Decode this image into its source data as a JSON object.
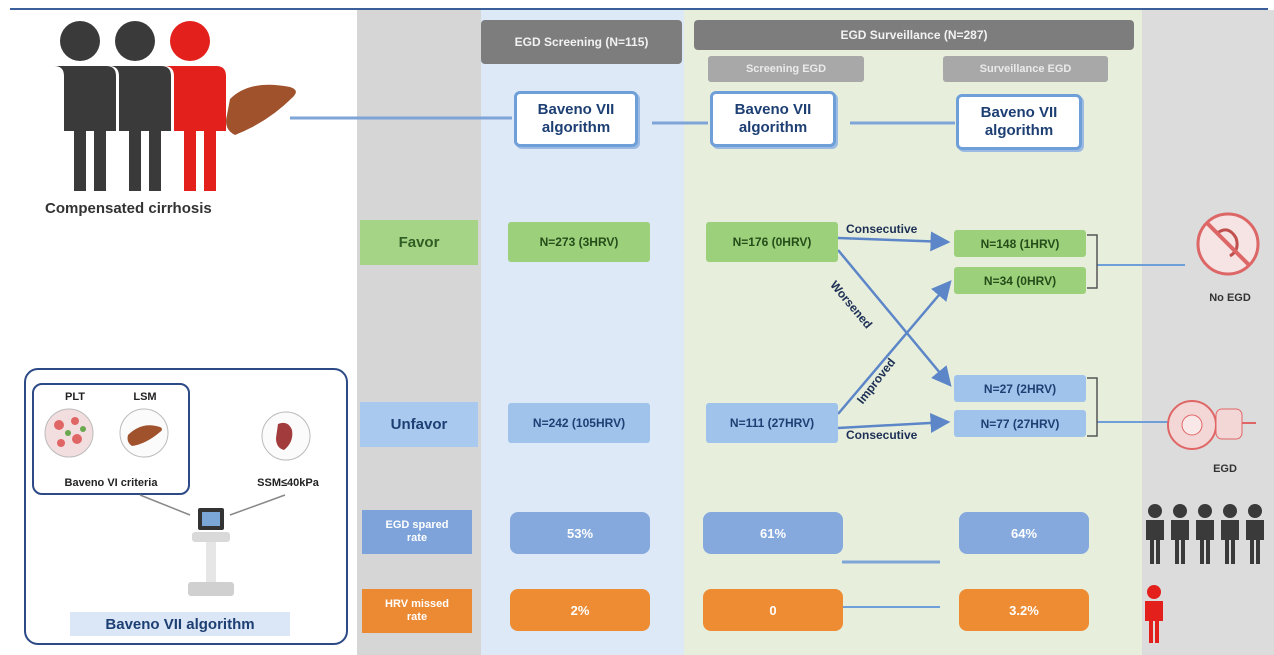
{
  "left_panel": {
    "caption": "Compensated cirrhosis",
    "inset": {
      "plt_label": "PLT",
      "lsm_label": "LSM",
      "criteria_label": "Baveno VI criteria",
      "ssm_label": "SSM≤40kPa",
      "algorithm_label": "Baveno VII algorithm"
    }
  },
  "headers": {
    "screening": "EGD Screening (N=115)",
    "surveillance": "EGD Surveillance (N=287)",
    "sub_screening": "Screening EGD",
    "sub_surveillance": "Surveillance EGD"
  },
  "algorithm_box": "Baveno VII algorithm",
  "rows": {
    "favor": "Favor",
    "unfavor": "Unfavor",
    "spared": "EGD spared rate",
    "missed": "HRV missed rate"
  },
  "cells": {
    "screen_favor": "N=273 (3HRV)",
    "screen_unfavor": "N=242 (105HRV)",
    "surv_favor": "N=176 (0HRV)",
    "surv_unfavor": "N=111 (27HRV)",
    "out_fav_1": "N=148 (1HRV)",
    "out_fav_2": "N=34 (0HRV)",
    "out_unf_1": "N=27 (2HRV)",
    "out_unf_2": "N=77 (27HRV)"
  },
  "arrows": {
    "consecutive": "Consecutive",
    "worsened": "Worsened",
    "improved": "Improved"
  },
  "rates": {
    "spared_screening": "53%",
    "spared_surveillance": "61%",
    "spared_final": "64%",
    "missed_screening": "2%",
    "missed_surveillance": "0",
    "missed_final": "3.2%"
  },
  "outcomes": {
    "no_egd": "No EGD",
    "egd": "EGD"
  },
  "colors": {
    "accent_blue": "#6f9fd8",
    "green": "#9dd07a",
    "orange": "#ee8c33",
    "gray_header": "#7d7d7d",
    "person_red": "#e3201b",
    "person_dark": "#3a3a3a"
  }
}
